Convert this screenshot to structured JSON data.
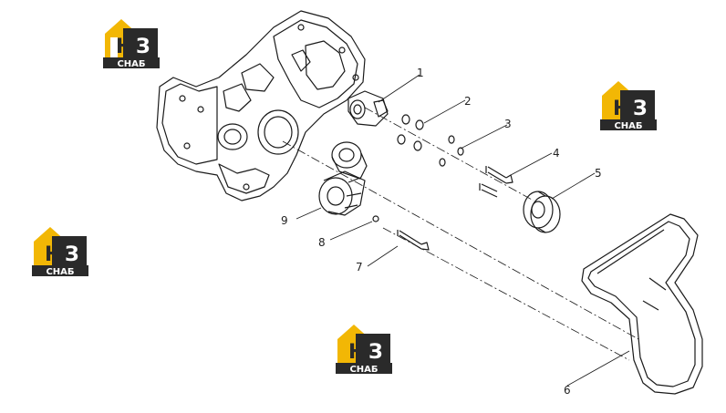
{
  "logo": {
    "letters": "НЗ",
    "word": "СНАБ",
    "accent": "#f2b705",
    "dark": "#2a2a2a"
  },
  "callouts": [
    {
      "id": "1",
      "text": "1"
    },
    {
      "id": "2",
      "text": "2"
    },
    {
      "id": "3",
      "text": "3"
    },
    {
      "id": "4",
      "text": "4"
    },
    {
      "id": "5",
      "text": "5"
    },
    {
      "id": "6",
      "text": "6"
    },
    {
      "id": "7",
      "text": "7"
    },
    {
      "id": "8",
      "text": "8"
    },
    {
      "id": "9",
      "text": "9"
    }
  ],
  "colors": {
    "line": "#1a1a1a",
    "background": "#ffffff"
  }
}
